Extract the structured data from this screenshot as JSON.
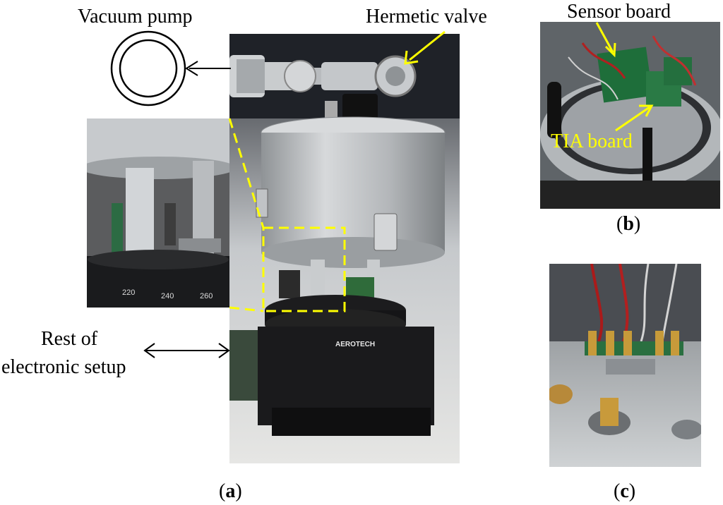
{
  "labels": {
    "vacuum_pump": "Vacuum pump",
    "hermetic_valve": "Hermetic valve",
    "rest_of_setup_line1": "Rest of",
    "rest_of_setup_line2": "electronic setup",
    "sensor_board": "Sensor board",
    "tia_board": "TIA board"
  },
  "captions": {
    "a": "a",
    "b": "b",
    "c": "c"
  },
  "dial_ticks": [
    "220",
    "240",
    "260"
  ],
  "brand_text": "AEROTECH",
  "colors": {
    "callout_yellow": "#ffff00",
    "arrow_black": "#000000",
    "aluminum": "#b9bcbf",
    "stage_black": "#1a1a1c"
  }
}
